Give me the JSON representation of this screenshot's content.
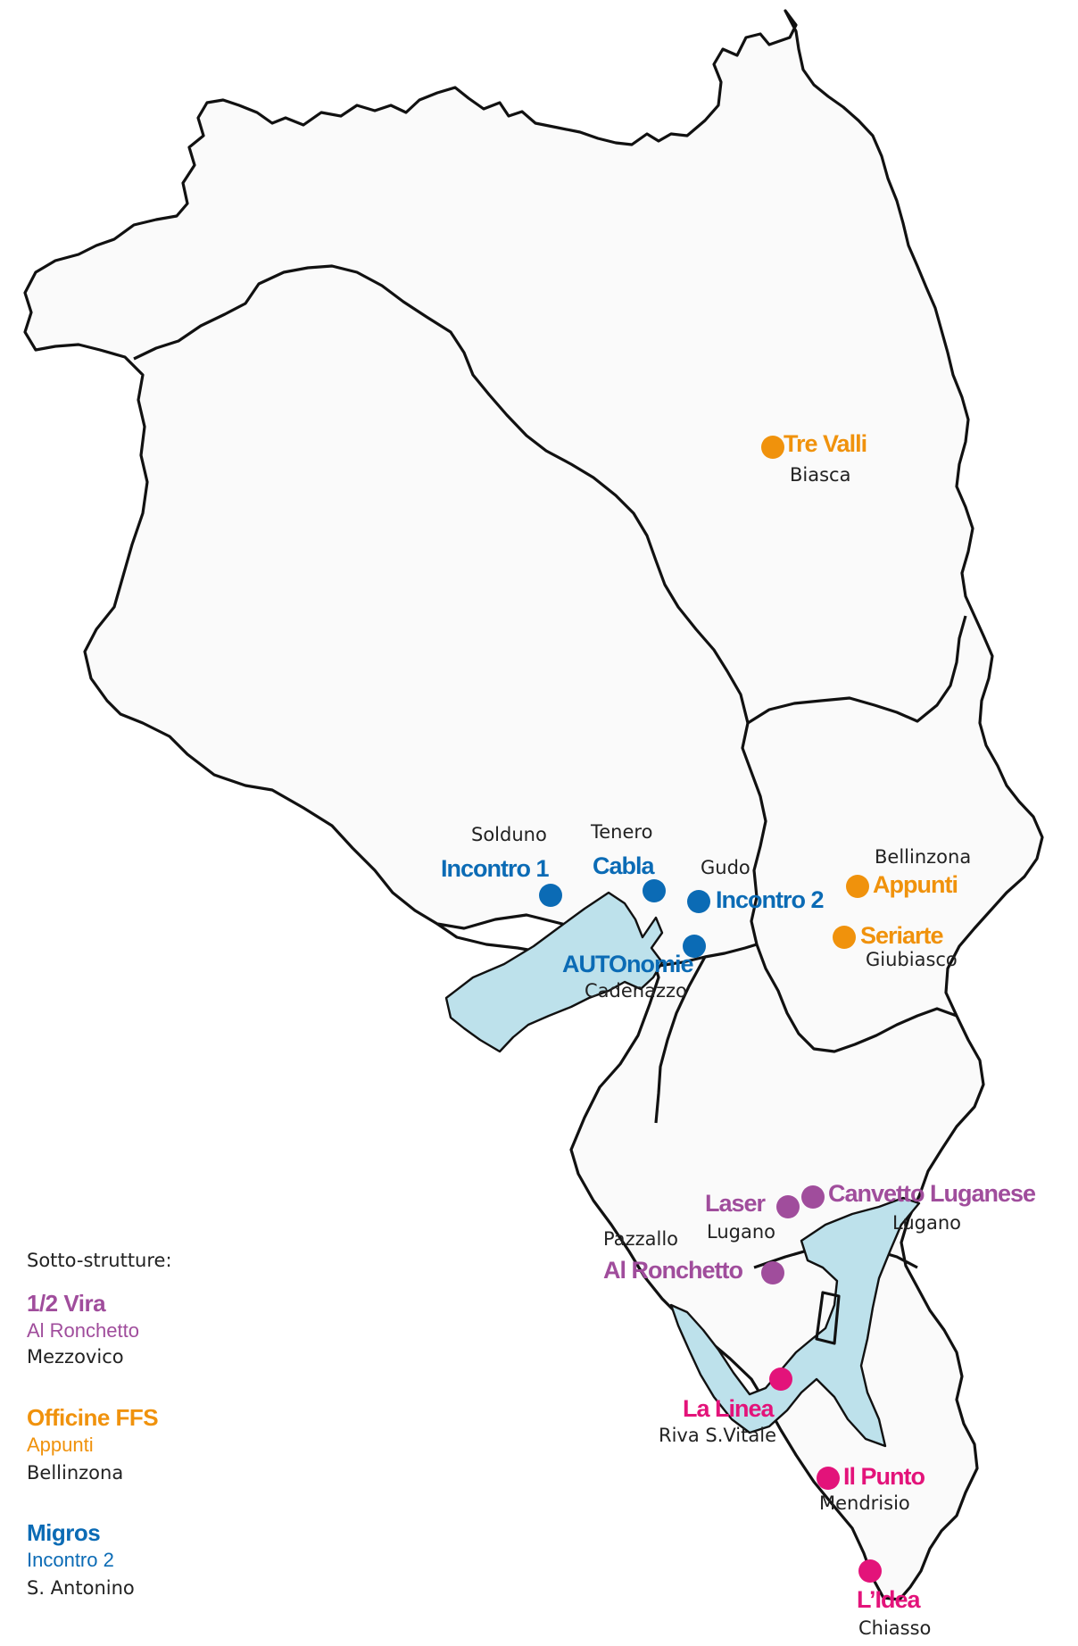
{
  "colors": {
    "orange": "#f0920c",
    "blue": "#0b6bb5",
    "purple": "#a04d9c",
    "pink": "#e3137a",
    "lake": "#bde1eb",
    "land": "#fafafa",
    "border": "#111111"
  },
  "markers": [
    {
      "name": "Tre Valli",
      "place": "Biasca",
      "color": "orange"
    },
    {
      "name": "Incontro 1",
      "place": "Solduno",
      "color": "blue"
    },
    {
      "name": "Cabla",
      "place": "Tenero",
      "color": "blue"
    },
    {
      "name": "Incontro 2",
      "place": "Gudo",
      "color": "blue"
    },
    {
      "name": "AUTOnomie",
      "place": "Cadenazzo",
      "color": "blue"
    },
    {
      "name": "Appunti",
      "place": "Bellinzona",
      "color": "orange"
    },
    {
      "name": "Seriarte",
      "place": "Giubiasco",
      "color": "orange"
    },
    {
      "name": "Laser",
      "place": "Lugano",
      "color": "purple"
    },
    {
      "name": "Canvetto Luganese",
      "place": "Lugano",
      "color": "purple"
    },
    {
      "name": "Al Ronchetto",
      "place": "Pazzallo",
      "color": "purple"
    },
    {
      "name": "La Linea",
      "place": "Riva S.Vitale",
      "color": "pink"
    },
    {
      "name": "Il Punto",
      "place": "Mendrisio",
      "color": "pink"
    },
    {
      "name": "L’Idea",
      "place": "Chiasso",
      "color": "pink"
    }
  ],
  "legend": {
    "title": "Sotto-strutture:",
    "groups": [
      {
        "heading": "1/2 Vira",
        "sub": "Al Ronchetto",
        "place": "Mezzovico",
        "color": "purple"
      },
      {
        "heading": "Officine FFS",
        "sub": "Appunti",
        "place": "Bellinzona",
        "color": "orange"
      },
      {
        "heading": "Migros",
        "sub": "Incontro 2",
        "place": "S. Antonino",
        "color": "blue"
      }
    ]
  }
}
